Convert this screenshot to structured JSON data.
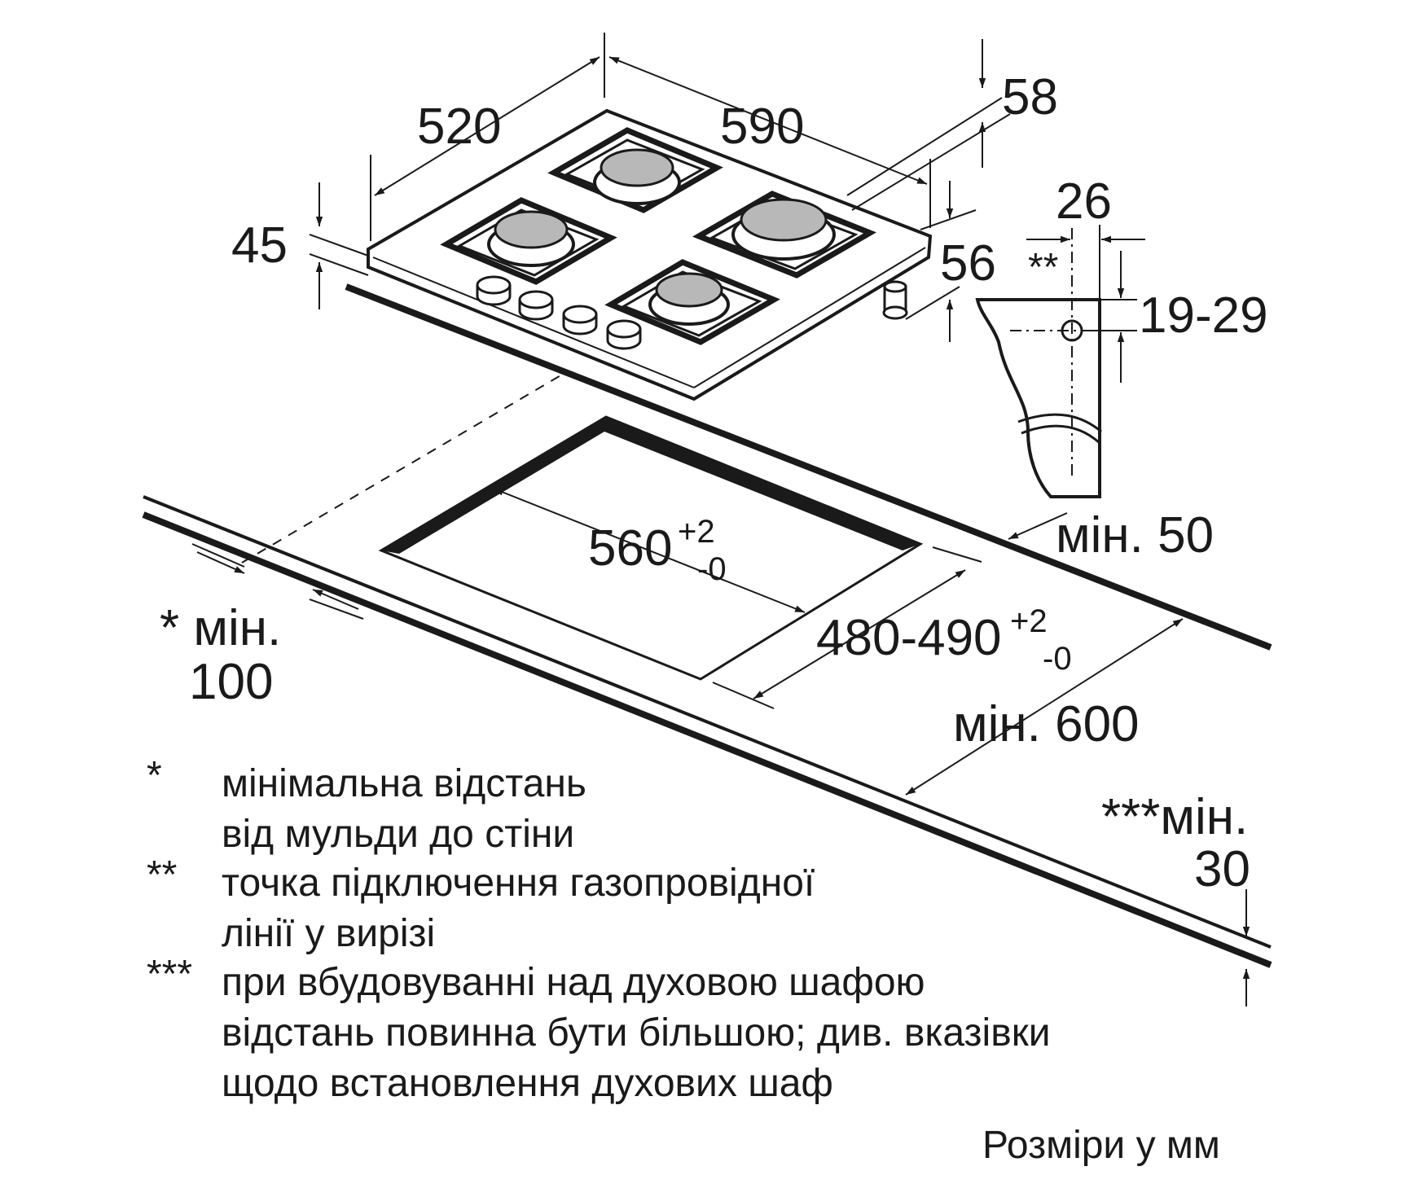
{
  "dimensions": {
    "depth": "520",
    "width": "590",
    "height_front": "45",
    "gas_pipe_height": "58",
    "gas_pipe_offset": "56",
    "connection_offset": "26",
    "connection_mark": "**",
    "connection_height_range": "19-29",
    "cutout_width_base": "560",
    "cutout_width_plus": "+2",
    "cutout_width_minus": "-0",
    "cutout_depth_base": "480-490",
    "cutout_depth_plus": "+2",
    "cutout_depth_minus": "-0",
    "min_back": "мін. 50",
    "min_wall_line1": "* мін.",
    "min_wall_line2": "100",
    "min_front": "мін. 600",
    "min_worktop_line1": "***мін.",
    "min_worktop_line2": "30"
  },
  "notes": [
    {
      "mark": "*",
      "lines": [
        "мінімальна відстань",
        "від мульди до стіни"
      ]
    },
    {
      "mark": "**",
      "lines": [
        "точка підключення газопровідної",
        "лінії у вирізі"
      ]
    },
    {
      "mark": "***",
      "lines": [
        "при вбудовуванні над духовою шафою",
        "відстань повинна бути більшою; див. вказівки",
        "щодо встановлення духових шаф"
      ]
    }
  ],
  "units_label": "Розміри у мм"
}
